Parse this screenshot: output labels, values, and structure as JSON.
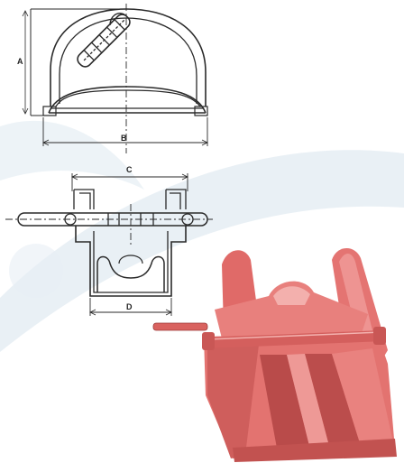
{
  "dimensions": {
    "a": "A",
    "b": "B",
    "c": "C",
    "d": "D"
  },
  "colors": {
    "line": "#2a2a2a",
    "stopper_red": "#e06a6a",
    "stopper_dark": "#b84848",
    "stopper_light": "#f0a0a0",
    "swoosh": "#dbe6ee"
  }
}
